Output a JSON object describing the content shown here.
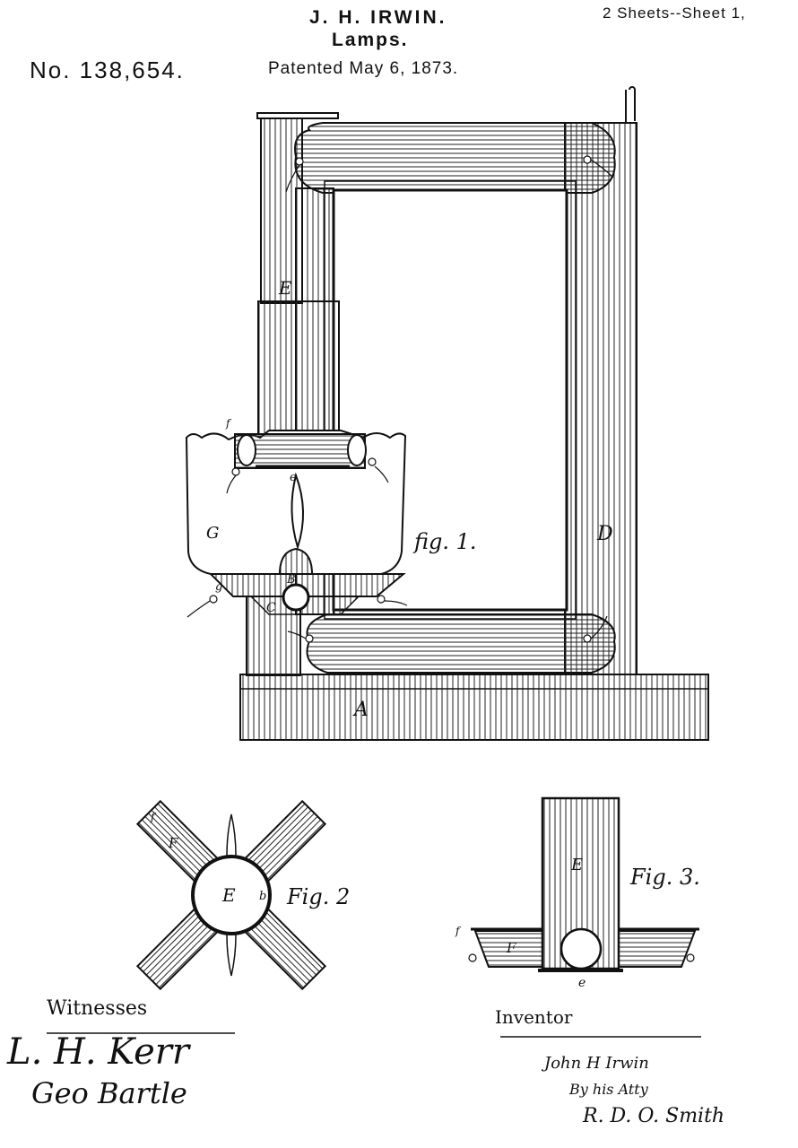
{
  "header": {
    "inventor_name": "J. H. IRWIN.",
    "title": "Lamps.",
    "sheet": "2 Sheets--Sheet 1,",
    "patent_number": "No. 138,654.",
    "patent_date": "Patented May 6, 1873."
  },
  "figures": {
    "fig1": {
      "caption": "fig. 1.",
      "labels": {
        "A": "A",
        "B": "B",
        "C": "C",
        "D": "D",
        "E": "E",
        "G": "G",
        "e": "e",
        "g": "g",
        "f": "f"
      }
    },
    "fig2": {
      "caption": "Fig. 2",
      "labels": {
        "E": "E",
        "F": "F",
        "f": "f",
        "b": "b"
      }
    },
    "fig3": {
      "caption": "Fig. 3.",
      "labels": {
        "E": "E",
        "F": "F",
        "f": "f",
        "e": "e"
      }
    }
  },
  "signatures": {
    "witnesses_label": "Witnesses",
    "witness_1": "L. H. Kerr",
    "witness_2": "Geo Bartle",
    "inventor_label": "Inventor",
    "inventor_signature": "John H Irwin",
    "attorney_line": "By his Atty",
    "attorney_signature": "R. D. O. Smith"
  }
}
